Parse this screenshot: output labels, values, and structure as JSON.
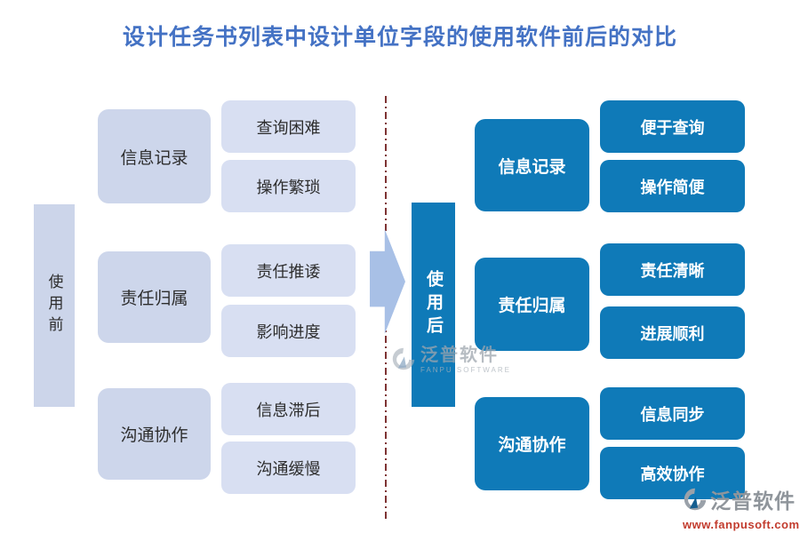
{
  "title": "设计任务书列表中设计单位字段的使用软件前后的对比",
  "before": {
    "bar_label": "使用前",
    "groups": [
      {
        "label": "信息记录",
        "items": [
          "查询困难",
          "操作繁琐"
        ]
      },
      {
        "label": "责任归属",
        "items": [
          "责任推诿",
          "影响进度"
        ]
      },
      {
        "label": "沟通协作",
        "items": [
          "信息滞后",
          "沟通缓慢"
        ]
      }
    ]
  },
  "after": {
    "bar_label": "使用后",
    "groups": [
      {
        "label": "信息记录",
        "items": [
          "便于查询",
          "操作简便"
        ]
      },
      {
        "label": "责任归属",
        "items": [
          "责任清晰",
          "进展顺利"
        ]
      },
      {
        "label": "沟通协作",
        "items": [
          "信息同步",
          "高效协作"
        ]
      }
    ]
  },
  "watermark": {
    "name": "泛普软件",
    "subtitle": "FANPU SOFTWARE"
  },
  "brand": {
    "name": "泛普软件",
    "url": "www.fanpusoft.com"
  },
  "colors": {
    "title_blue": "#4472c4",
    "primary_blue": "#0f7ab8",
    "lavender_category": "#cdd6eb",
    "lavender_item": "#d8dff2",
    "arrow_blue": "#a8c0e6",
    "divider_maroon": "#7e3333",
    "brand_gray": "#8f959b",
    "brand_url_red": "#c23b2d"
  }
}
